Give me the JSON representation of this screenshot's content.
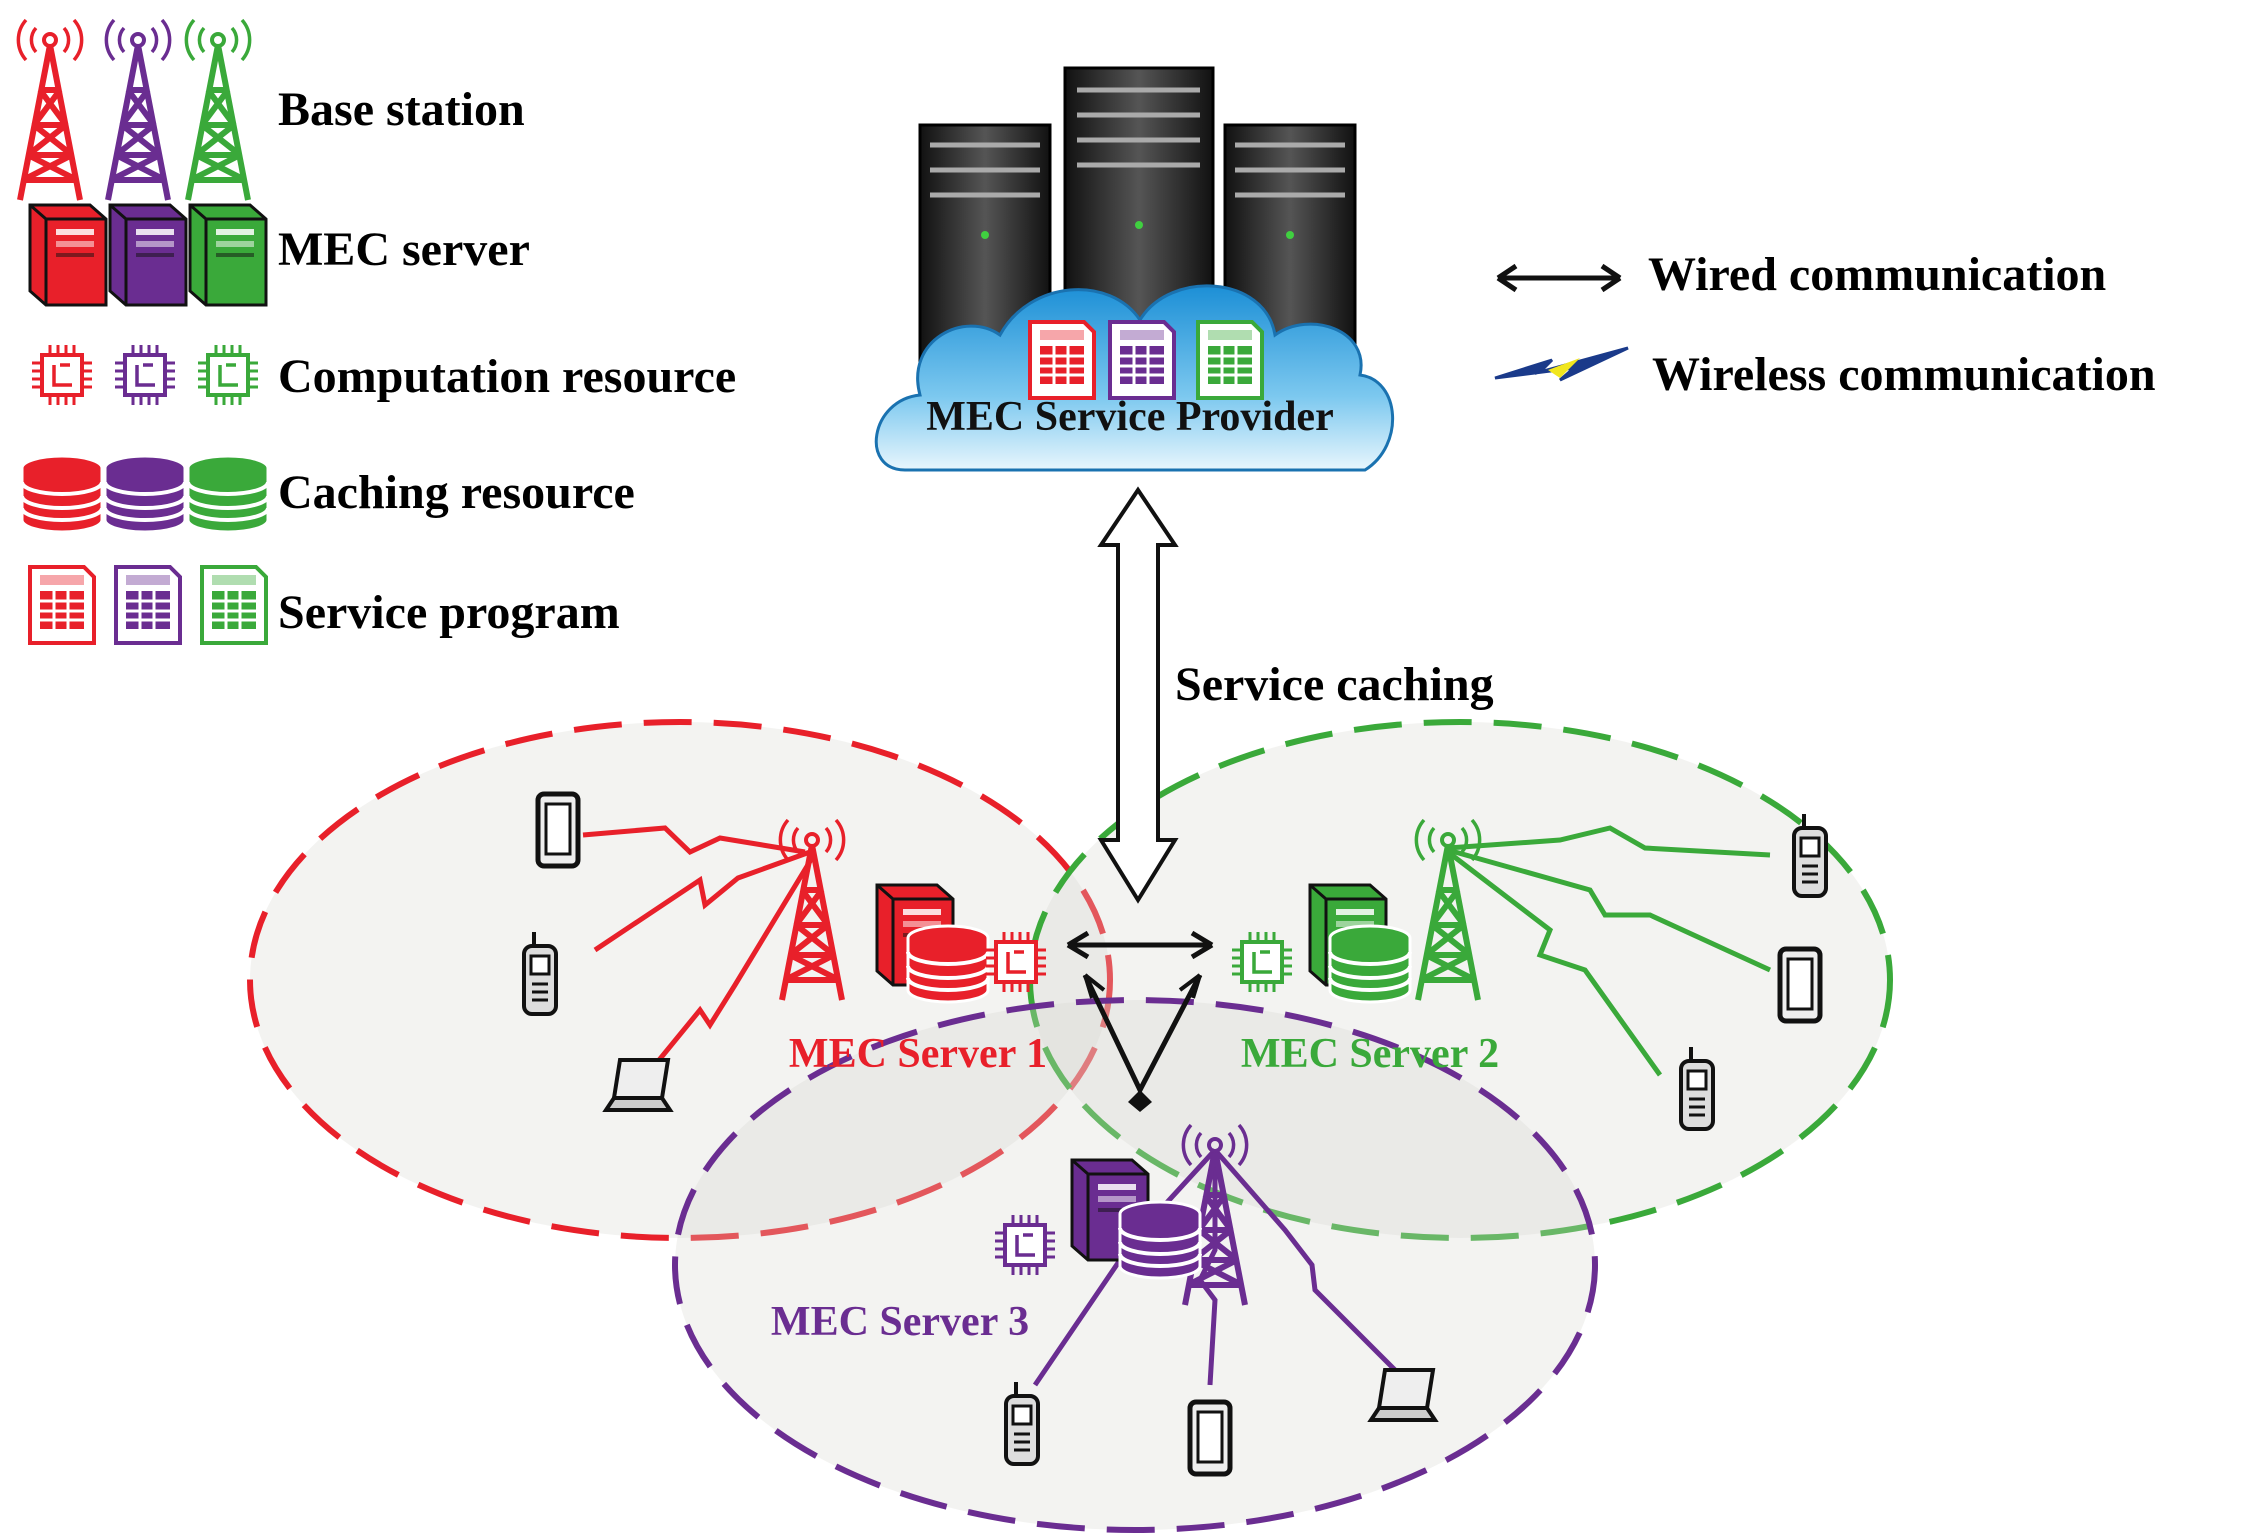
{
  "legend": {
    "base_station": "Base station",
    "mec_server": "MEC server",
    "computation_resource": "Computation resource",
    "caching_resource": "Caching resource",
    "service_program": "Service program"
  },
  "comm_legend": {
    "wired": "Wired communication",
    "wireless": "Wireless communication"
  },
  "cloud": {
    "label": "MEC Service Provider"
  },
  "service_caching": "Service caching",
  "servers": [
    {
      "label": "MEC Server 1",
      "color": "#e8202a"
    },
    {
      "label": "MEC Server 2",
      "color": "#3aa93a"
    },
    {
      "label": "MEC Server 3",
      "color": "#6a2d91"
    }
  ],
  "colors": {
    "red": "#e8202a",
    "purple": "#6a2d91",
    "green": "#3aa93a",
    "cloud": "#3aa6e0"
  }
}
